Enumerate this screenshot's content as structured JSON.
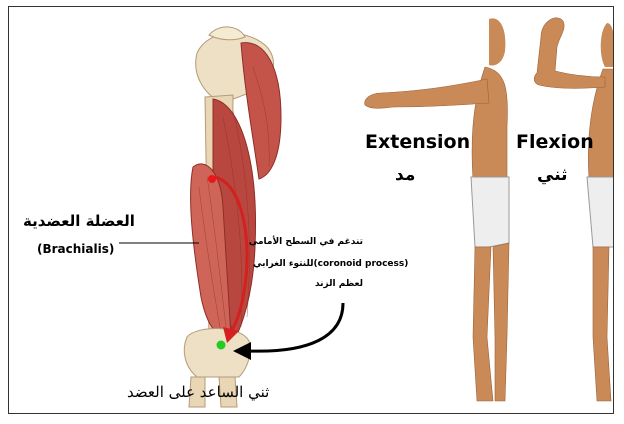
{
  "muscle": {
    "arabic_name": "العضلة العضدية",
    "latin_name": "(Brachialis)"
  },
  "insertion_note": {
    "line1": "تندغم في السطح الأمامي",
    "line2": "للنتوء الغرابي(coronoid process)",
    "line3": "لعظم الزند"
  },
  "action_caption": "ثني الساعد على العضد",
  "movements": [
    {
      "english": "Extension",
      "arabic": "مد"
    },
    {
      "english": "Flexion",
      "arabic": "ثني"
    }
  ],
  "colors": {
    "muscle": "#c4544a",
    "bone": "#ede0c4",
    "skin": "#c98a58",
    "arrow_red": "#d42020",
    "origin_dot": "#e81818",
    "insertion_dot": "#22cc22",
    "shorts": "#eeeeee"
  }
}
